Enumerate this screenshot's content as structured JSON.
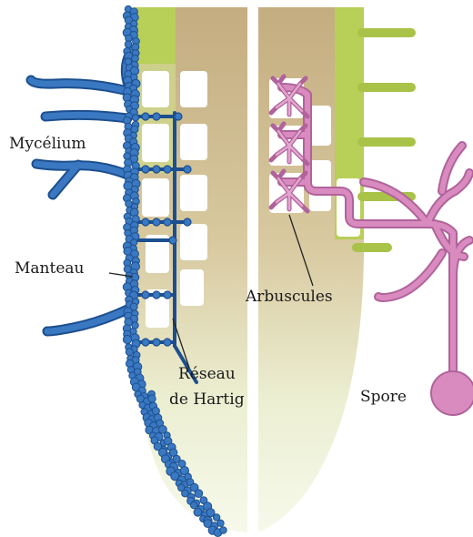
{
  "labels": {
    "mycelium": "Mycélium",
    "manteau": "Manteau",
    "reseau_line1": "Réseau",
    "reseau_line2": "de Hartig",
    "arbuscules": "Arbuscules",
    "spore": "Spore"
  },
  "colors": {
    "ecto_hyphae": "#3a78c2",
    "ecto_outline": "#1c4f8e",
    "endo_hyphae": "#d98bc0",
    "endo_outline": "#b0639a",
    "root_tan": "#c9b48a",
    "root_green": "#c2d56c",
    "root_tip": "#e9f1d2",
    "cell": "#ffffff",
    "leader_line": "#222222"
  }
}
